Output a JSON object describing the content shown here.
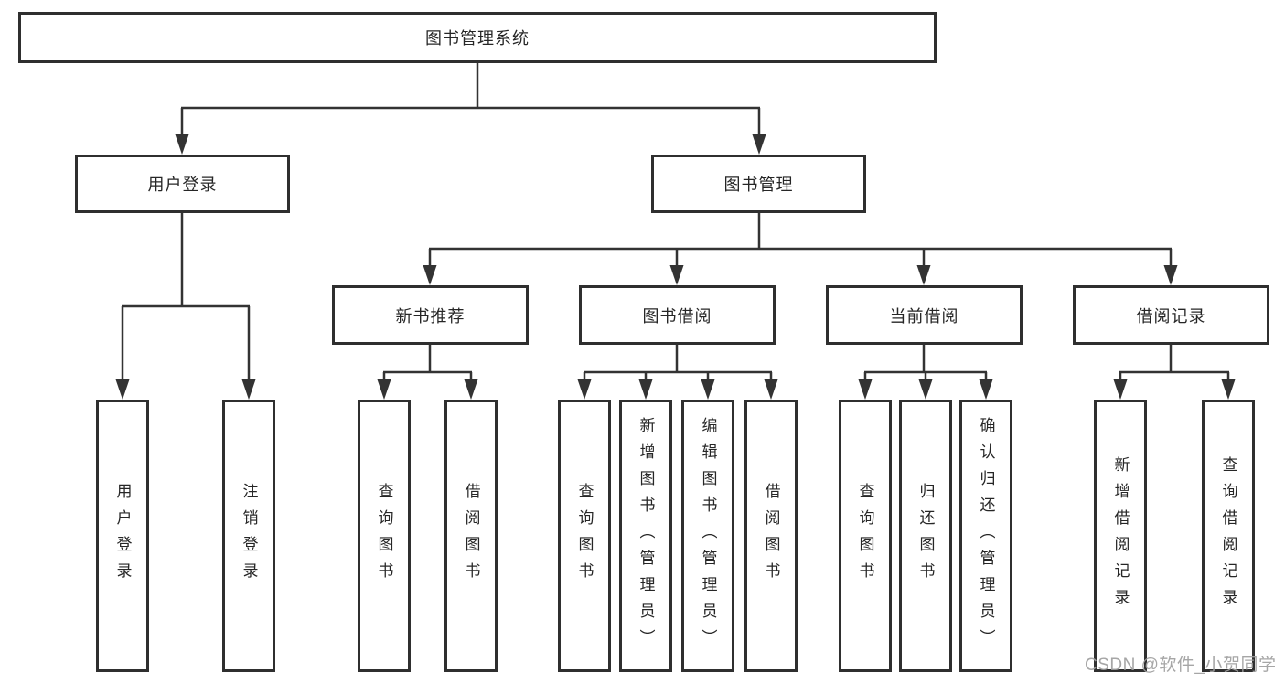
{
  "diagram": {
    "title_node": {
      "label": "图书管理系统"
    },
    "level2": [
      {
        "label": "用户登录"
      },
      {
        "label": "图书管理"
      }
    ],
    "level3": [
      {
        "label": "新书推荐"
      },
      {
        "label": "图书借阅"
      },
      {
        "label": "当前借阅"
      },
      {
        "label": "借阅记录"
      }
    ],
    "leaves": [
      {
        "parent": "用户登录",
        "label": "用户登录"
      },
      {
        "parent": "用户登录",
        "label": "注销登录"
      },
      {
        "parent": "新书推荐",
        "label": "查询图书"
      },
      {
        "parent": "新书推荐",
        "label": "借阅图书"
      },
      {
        "parent": "图书借阅",
        "label": "查询图书"
      },
      {
        "parent": "图书借阅",
        "label": "新增图书（管理员）"
      },
      {
        "parent": "图书借阅",
        "label": "编辑图书（管理员）"
      },
      {
        "parent": "图书借阅",
        "label": "借阅图书"
      },
      {
        "parent": "当前借阅",
        "label": "查询图书"
      },
      {
        "parent": "当前借阅",
        "label": "归还图书"
      },
      {
        "parent": "当前借阅",
        "label": "确认归还（管理员）"
      },
      {
        "parent": "借阅记录",
        "label": "新增借阅记录"
      },
      {
        "parent": "借阅记录",
        "label": "查询借阅记录"
      }
    ],
    "watermark": {
      "text": "CSDN @软件_小贺同学"
    },
    "colors": {
      "line": "#333333",
      "border": "#2f2f2f",
      "text": "#262626",
      "box_background": "#ffffff",
      "watermark": "#9e9e9e",
      "background": "#ffffff"
    }
  }
}
